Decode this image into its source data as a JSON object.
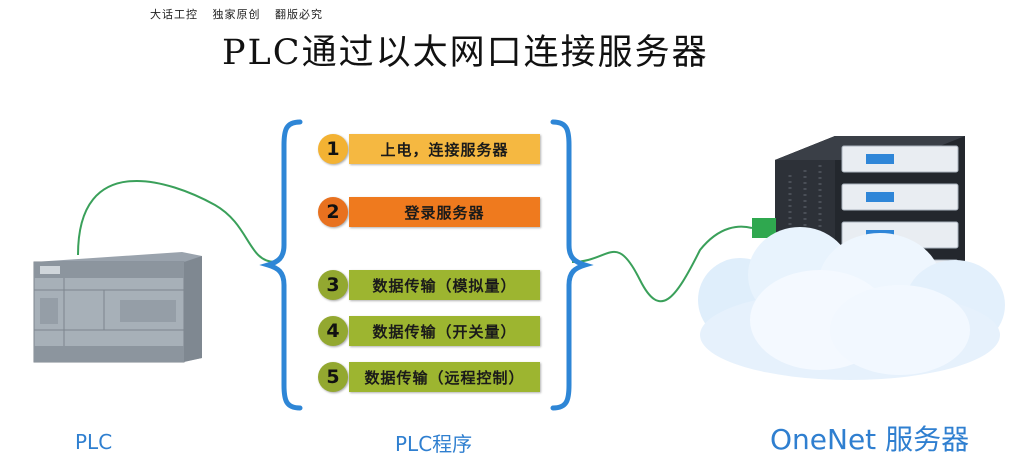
{
  "watermark": "大话工控 独家原创 翻版必究",
  "title": "PLC通过以太网口连接服务器",
  "steps": [
    {
      "num": "1",
      "label": "上电，连接服务器"
    },
    {
      "num": "2",
      "label": "登录服务器"
    },
    {
      "num": "3",
      "label": "数据传输（模拟量）"
    },
    {
      "num": "4",
      "label": "数据传输（开关量）"
    },
    {
      "num": "5",
      "label": "数据传输（远程控制）"
    }
  ],
  "captions": {
    "plc": "PLC",
    "program": "PLC程序",
    "server": "OneNet 服务器"
  },
  "colors": {
    "step1_circle": "#f3b233",
    "step1_bar": "#f5b841",
    "step2_circle": "#e8711f",
    "step2_bar": "#ef7a1e",
    "step_green_circle": "#93a830",
    "step_green_bar": "#9db530",
    "brace": "#2e86d6",
    "wire": "#3aa05a",
    "caption": "#2f7fd0"
  }
}
